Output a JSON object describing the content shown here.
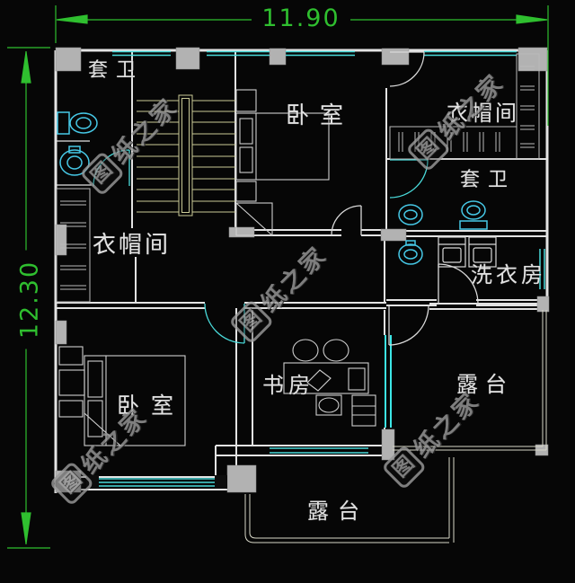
{
  "drawing": {
    "dim_width": "11.90",
    "dim_height": "12.30",
    "rooms": {
      "bath_top_left": "套卫",
      "bedroom_top": "卧室",
      "cloak_top_right": "衣帽间",
      "bath_right": "套卫",
      "laundry": "洗衣房",
      "cloak_left": "衣帽间",
      "bedroom_bottom_left": "卧室",
      "study": "书房",
      "terrace_right": "露台",
      "terrace_bottom": "露台"
    },
    "watermark": {
      "logo_char": "图",
      "tail": "纸之家",
      "full_text": "图纸之家"
    },
    "colors": {
      "background": "#060606",
      "wall": "#e3e3e3",
      "window": "#49d9d9",
      "fixture": "#46c8e6",
      "stairs": "#cbcb97",
      "dimension": "#2fbf2f",
      "pillar": "#b2b2b2",
      "label": "#e2e2e2",
      "watermark": "#999999"
    }
  }
}
